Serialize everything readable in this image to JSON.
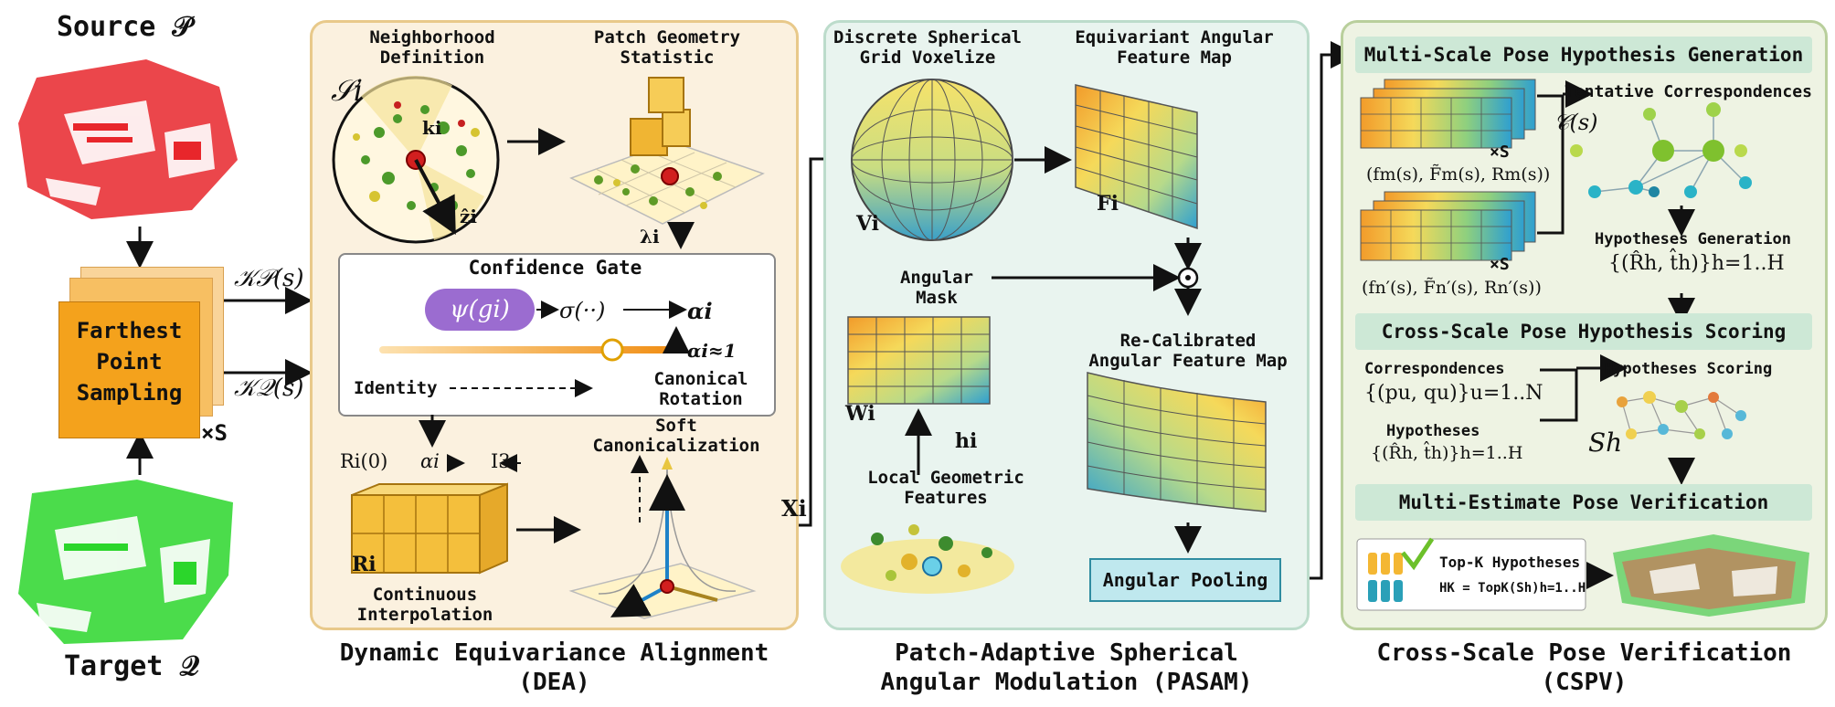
{
  "left": {
    "source_label": "Source 𝒫",
    "target_label": "Target 𝒬",
    "fps_label": "Farthest Point Sampling",
    "times_s": "×S",
    "kp_label": "𝒦𝒫(s)",
    "kq_label": "𝒦𝒬(s)"
  },
  "dea": {
    "neighborhood": "Neighborhood Definition",
    "patch_geom": "Patch Geometry Statistic",
    "s_i": "𝒮i",
    "k_i": "ki",
    "z_i": "ẑi",
    "lambda_i": "λi",
    "gate_title": "Confidence Gate",
    "psi": "ψ(gi)",
    "sigma": "σ(··)",
    "alpha": "αi",
    "alpha_approx": "αi≈1",
    "identity": "Identity",
    "canonical": "Canonical Rotation",
    "soft_canon": "Soft Canonicalization",
    "interp_eq_left": "Ri(0)",
    "interp_eq_mid": "αi",
    "interp_eq_right": "I3",
    "r_i": "Ri",
    "cont_interp": "Continuous Interpolation",
    "x_i": "Xi",
    "caption_1": "Dynamic Equivariance Alignment",
    "caption_2": "(DEA)"
  },
  "pasam": {
    "dsg": "Discrete Spherical Grid Voxelize",
    "eafm": "Equivariant Angular Feature Map",
    "v_i": "Vi",
    "f_i": "Fi",
    "angular_mask": "Angular Mask",
    "recal": "Re-Calibrated Angular Feature Map",
    "w_i": "Wi",
    "h_i": "hi",
    "local_geo": "Local Geometric Features",
    "pooling": "Angular Pooling",
    "caption_1": "Patch-Adaptive Spherical",
    "caption_2": "Angular Modulation (PASAM)"
  },
  "cspv": {
    "title_gen": "Multi-Scale Pose Hypothesis Generation",
    "tentative": "Tentative Correspondences",
    "c_s": "𝒞(s)",
    "fm_tuple": "(fm(s), F̃m(s), Rm(s))",
    "fn_tuple": "(fn′(s), F̃n′(s), Rn′(s))",
    "times_s": "×S",
    "hyp_gen": "Hypotheses Generation",
    "hyp_set": "{(R̂h, t̂h)}h=1..H",
    "title_score": "Cross-Scale Pose Hypothesis Scoring",
    "correspondences": "Correspondences",
    "corr_set": "{(pu, qu)}u=1..N",
    "hyp_scoring": "Hypotheses Scoring",
    "hypotheses": "Hypotheses",
    "hyp_set2": "{(R̂h, t̂h)}h=1..H",
    "s_h": "Sh",
    "title_verify": "Multi-Estimate Pose Verification",
    "topk": "Top-K Hypotheses",
    "topk_eq": "HK = TopK(Sh)h=1..H",
    "caption_1": "Cross-Scale Pose Verification",
    "caption_2": "(CSPV)"
  },
  "colors": {
    "dea_bg": "#fbf1df",
    "dea_border": "#e8c98a",
    "pasam_bg": "#e9f4ef",
    "pasam_border": "#bcdccb",
    "cspv_bg": "#eef3e3",
    "cspv_border": "#b9cf9c",
    "fps_fill": "#f4a21c",
    "psi_fill": "#9b6cd0",
    "red_cloud": "#e8262b",
    "green_cloud": "#2bd62b"
  }
}
